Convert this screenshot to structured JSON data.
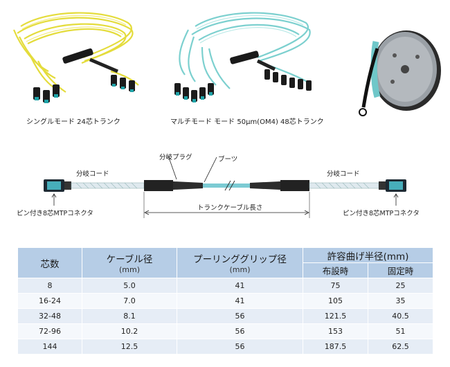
{
  "photos": {
    "single_mode_caption": "シングルモード 24芯トランク",
    "multi_mode_caption": "マルチモード モード 50μm(OM4) 48芯トランク"
  },
  "diagram": {
    "branch_cord_left": "分岐コード",
    "branch_cord_right": "分岐コード",
    "branch_plug": "分岐プラグ",
    "boot": "ブーツ",
    "trunk_length": "トランクケーブル長さ",
    "connector_left": "ピン付き8芯MTPコネクタ",
    "connector_right": "ピン付き8芯MTPコネクタ"
  },
  "table": {
    "headers": {
      "cores": "芯数",
      "cable_diameter": "ケーブル径",
      "cable_diameter_unit": "(mm)",
      "pulling_grip": "プーリンググリップ径",
      "pulling_grip_unit": "(mm)",
      "bend_radius": "許容曲げ半径(mm)",
      "installing": "布設時",
      "fixed": "固定時"
    },
    "rows": [
      [
        "8",
        "5.0",
        "41",
        "75",
        "25"
      ],
      [
        "16-24",
        "7.0",
        "41",
        "105",
        "35"
      ],
      [
        "32-48",
        "8.1",
        "56",
        "121.5",
        "40.5"
      ],
      [
        "72-96",
        "10.2",
        "56",
        "153",
        "51"
      ],
      [
        "144",
        "12.5",
        "56",
        "187.5",
        "62.5"
      ]
    ]
  },
  "colors": {
    "single_mode_jacket": "#e8e04a",
    "multi_mode_jacket": "#7fd0d0",
    "header_bg": "#b6cde6"
  }
}
